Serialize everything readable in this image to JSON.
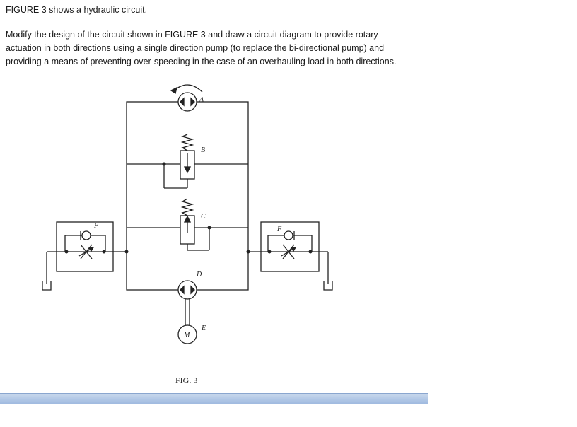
{
  "heading": "FIGURE 3 shows a hydraulic circuit.",
  "task_lines": [
    "Modify the design of the circuit shown in FIGURE 3 and draw a circuit diagram to provide rotary",
    "actuation in both directions using a single direction pump (to replace the bi-directional pump) and",
    "providing a means of preventing over-speeding in the case of an overhauling load in both directions."
  ],
  "figure": {
    "caption": "FIG. 3",
    "labels": {
      "A": "A",
      "B": "B",
      "C": "C",
      "D": "D",
      "E": "E",
      "F_left": "F",
      "F_right": "F",
      "M": "M"
    }
  }
}
